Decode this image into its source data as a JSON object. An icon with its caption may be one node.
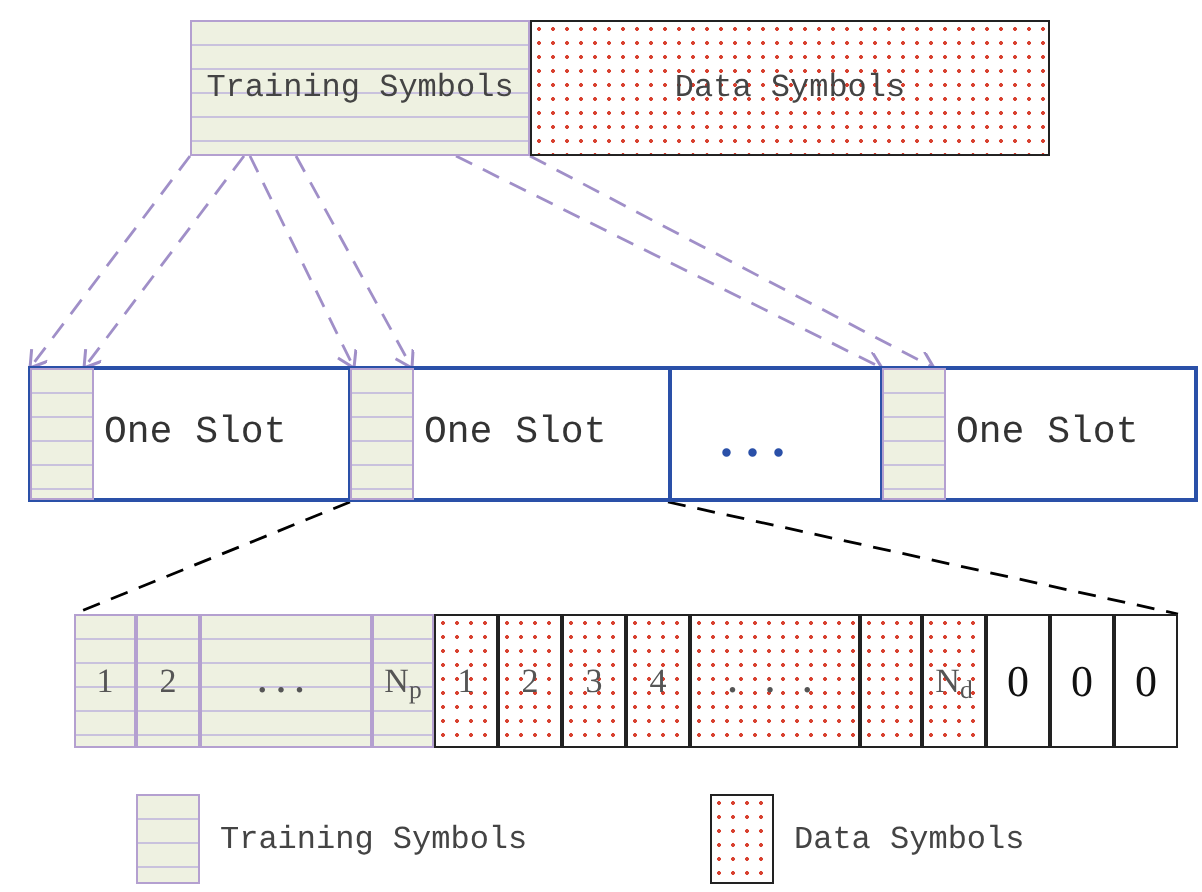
{
  "diagram": {
    "nodes": [
      {
        "text": [
          "Training Symbols"
        ]
      },
      {
        "text": [
          "Data Symbols"
        ]
      },
      {
        "text": [
          "One Slot"
        ]
      },
      {
        "text": [],
        "shape": "box",
        "in": 2
      },
      {
        "text": [
          "One Slot"
        ]
      },
      {
        "text": [],
        "shape": "box",
        "in": 4
      },
      {
        "text": [
          "..."
        ]
      },
      {
        "text": [
          "One Slot"
        ]
      },
      {
        "text": [],
        "shape": "box",
        "in": 7
      },
      {
        "text": [],
        "shape": "box"
      },
      {
        "text": [
          "1"
        ],
        "in": 9
      },
      {
        "text": [
          "2"
        ],
        "in": 9
      },
      {
        "text": [
          "..."
        ],
        "in": 9
      },
      {
        "text": [
          "N$_{p}$"
        ],
        "in": 9
      },
      {
        "text": [
          "1"
        ],
        "in": 9
      },
      {
        "text": [
          "2"
        ],
        "in": 9
      },
      {
        "text": [
          "3"
        ],
        "in": 9
      },
      {
        "text": [
          "4"
        ],
        "in": 9
      },
      {
        "text": [
          ". . ."
        ],
        "in": 9
      },
      {
        "text": [],
        "shape": "box",
        "in": 9
      },
      {
        "text": [
          "N$_{d}$"
        ],
        "in": 9
      },
      {
        "text": [
          "0"
        ],
        "in": 9
      },
      {
        "text": [
          "0"
        ],
        "in": 9
      },
      {
        "text": [
          "0"
        ],
        "in": 9
      }
    ],
    "edges": [
      {
        "from": 0,
        "to": 3,
        "arrow": "to",
        "style": "dashed"
      },
      {
        "from": 0,
        "to": 3,
        "arrow": "to",
        "style": "dashed"
      },
      {
        "from": 0,
        "to": 5,
        "arrow": "to",
        "style": "dashed"
      },
      {
        "from": 0,
        "to": 5,
        "arrow": "to",
        "style": "dashed"
      },
      {
        "from": 0,
        "to": 8,
        "arrow": "to",
        "style": "dashed"
      },
      {
        "from": 0,
        "to": 8,
        "arrow": "to",
        "style": "dashed"
      },
      {
        "from": 4,
        "to": 9,
        "arrow": "none",
        "style": "dashed",
        "color": "#000000"
      },
      {
        "from": 4,
        "to": 9,
        "arrow": "none",
        "style": "dashed",
        "color": "#000000"
      }
    ],
    "legend": [
      {
        "text": "Training Symbols"
      },
      {
        "text": "Data Symbols"
      }
    ]
  }
}
